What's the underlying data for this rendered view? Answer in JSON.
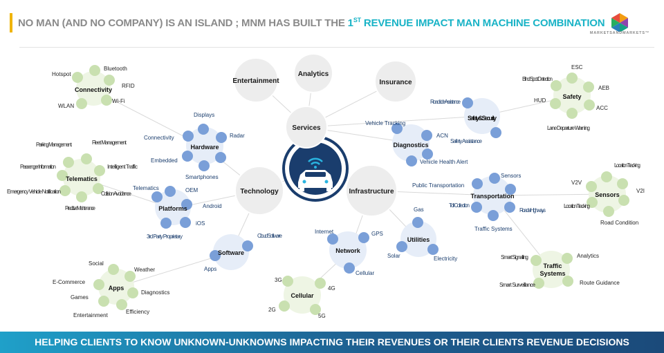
{
  "title": {
    "prefix": "NO MAN (AND NO COMPANY) IS AN ISLAND ; MNM HAS BUILT THE ",
    "highlight_num": "1",
    "highlight_sup": "ST",
    "highlight_rest": " REVENUE IMPACT MAN MACHINE COMBINATION"
  },
  "logo": {
    "text": "MARKETSANDMARKETS™"
  },
  "footer": {
    "text": "HELPING CLIENTS TO KNOW UNKNOWN-UNKNOWNS IMPACTING THEIR REVENUES OR THEIR CLIENTS REVENUE DECISIONS"
  },
  "colors": {
    "accent_teal": "#19b3c6",
    "accent_gold": "#f0b400",
    "hub_dark": "#1a3d6d",
    "blue_node": "#7a9fd8",
    "green_node": "#c9e0b0",
    "grey_node": "#ededed"
  },
  "center": {
    "name": "car-wifi-icon"
  },
  "main_nodes": [
    {
      "id": "services",
      "label": "Services"
    },
    {
      "id": "technology",
      "label": "Technology"
    },
    {
      "id": "infrastructure",
      "label": "Infrastructure"
    },
    {
      "id": "entertainment",
      "label": "Entertainment"
    },
    {
      "id": "analytics",
      "label": "Analytics"
    },
    {
      "id": "insurance",
      "label": "Insurance"
    }
  ],
  "clusters": [
    {
      "id": "connectivity",
      "label": "Connectivity",
      "items": [
        "Hotspot",
        "Bluetooth",
        "RFID",
        "Wi-Fi",
        "WLAN"
      ]
    },
    {
      "id": "hardware",
      "label": "Hardware",
      "items": [
        "Displays",
        "Radar",
        "Smartphones",
        "Embedded",
        "Connectivity"
      ]
    },
    {
      "id": "telematics",
      "label": "Telematics",
      "items": [
        "Parking Management",
        "Fleet Management",
        "Intelligent Traffic",
        "Collision Avoidance",
        "Predictive Maintenance",
        "Emergency Vehicle Notification",
        "Passenger Information"
      ]
    },
    {
      "id": "platforms",
      "label": "Platforms",
      "items": [
        "Telematics",
        "OEM",
        "Android",
        "iOS",
        "3rd Party Proprietary"
      ]
    },
    {
      "id": "software",
      "label": "Software",
      "items": [
        "Cloud Software",
        "Apps"
      ]
    },
    {
      "id": "apps",
      "label": "Apps",
      "items": [
        "Social",
        "Weather",
        "E-Commerce",
        "Diagnostics",
        "Games",
        "Efficiency",
        "Entertainment"
      ]
    },
    {
      "id": "diagnostics",
      "label": "Diagnostics",
      "items": [
        "Vehicle Tracking",
        "ACN",
        "Safety Assistance",
        "Vehicle Health Alert"
      ]
    },
    {
      "id": "safety_security",
      "label": "Safety & Security",
      "items": [
        "Roadside Assistance"
      ]
    },
    {
      "id": "safety",
      "label": "Safety",
      "items": [
        "Blind Spot Detection",
        "ESC",
        "AEB",
        "ACC",
        "Lane Departure Warning",
        "HUD"
      ]
    },
    {
      "id": "transportation",
      "label": "Transportation",
      "items": [
        "Public Transportation",
        "Sensors",
        "Roads / Highways",
        "Traffic Systems",
        "Toll Collection"
      ]
    },
    {
      "id": "sensors",
      "label": "Sensors",
      "items": [
        "V2V",
        "Location Tracking",
        "V2I",
        "Road Condition",
        "Location Tracking"
      ]
    },
    {
      "id": "utilities",
      "label": "Utilities",
      "items": [
        "Gas",
        "Solar",
        "Electricity"
      ]
    },
    {
      "id": "network",
      "label": "Network",
      "items": [
        "Internet",
        "GPS",
        "Cellular"
      ]
    },
    {
      "id": "cellular",
      "label": "Cellular",
      "items": [
        "3G",
        "4G",
        "2G",
        "5G"
      ]
    },
    {
      "id": "traffic_systems",
      "label": "Traffic Systems",
      "items": [
        "Smart Signalling",
        "Analytics",
        "Smart Surveillance",
        "Route Guidance"
      ]
    }
  ]
}
